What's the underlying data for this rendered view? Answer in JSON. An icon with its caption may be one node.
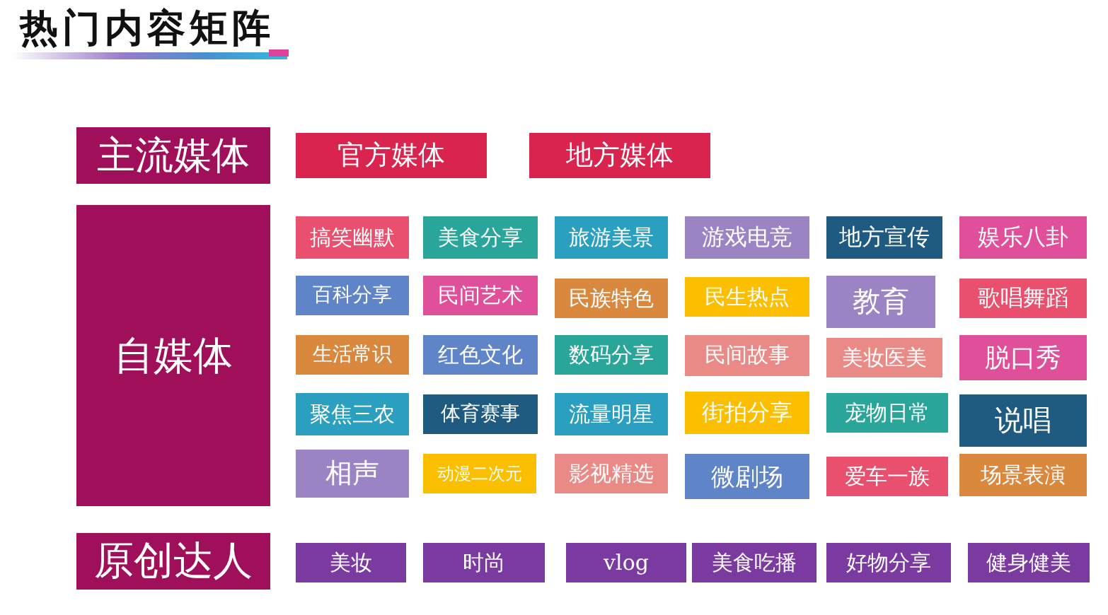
{
  "diagram": {
    "title": "热门内容矩阵",
    "nodes": [
      {
        "text": [
          "主流媒体"
        ]
      },
      {
        "text": [
          "官方媒体"
        ]
      },
      {
        "text": [
          "地方媒体"
        ]
      },
      {
        "text": [
          "自媒体"
        ]
      },
      {
        "text": [
          "搞笑幽默"
        ]
      },
      {
        "text": [
          "美食分享"
        ]
      },
      {
        "text": [
          "旅游美景"
        ]
      },
      {
        "text": [
          "游戏电竞"
        ]
      },
      {
        "text": [
          "地方宣传"
        ]
      },
      {
        "text": [
          "娱乐八卦"
        ]
      },
      {
        "text": [
          "百科分享"
        ]
      },
      {
        "text": [
          "民间艺术"
        ]
      },
      {
        "text": [
          "民族特色"
        ]
      },
      {
        "text": [
          "民生热点"
        ]
      },
      {
        "text": [
          "教育"
        ]
      },
      {
        "text": [
          "歌唱舞蹈"
        ]
      },
      {
        "text": [
          "生活常识"
        ]
      },
      {
        "text": [
          "红色文化"
        ]
      },
      {
        "text": [
          "数码分享"
        ]
      },
      {
        "text": [
          "民间故事"
        ]
      },
      {
        "text": [
          "美妆医美"
        ]
      },
      {
        "text": [
          "脱口秀"
        ]
      },
      {
        "text": [
          "聚焦三农"
        ]
      },
      {
        "text": [
          "体育赛事"
        ]
      },
      {
        "text": [
          "流量明星"
        ]
      },
      {
        "text": [
          "街拍分享"
        ]
      },
      {
        "text": [
          "宠物日常"
        ]
      },
      {
        "text": [
          "说唱"
        ]
      },
      {
        "text": [
          "相声"
        ]
      },
      {
        "text": [
          "动漫二次元"
        ]
      },
      {
        "text": [
          "影视精选"
        ]
      },
      {
        "text": [
          "微剧场"
        ]
      },
      {
        "text": [
          "爱车一族"
        ]
      },
      {
        "text": [
          "场景表演"
        ]
      },
      {
        "text": [
          "原创达人"
        ]
      },
      {
        "text": [
          "美妆"
        ]
      },
      {
        "text": [
          "时尚"
        ]
      },
      {
        "text": [
          "vlog"
        ]
      },
      {
        "text": [
          "美食吃播"
        ]
      },
      {
        "text": [
          "好物分享"
        ]
      },
      {
        "text": [
          "健身健美"
        ]
      }
    ],
    "edges": []
  }
}
